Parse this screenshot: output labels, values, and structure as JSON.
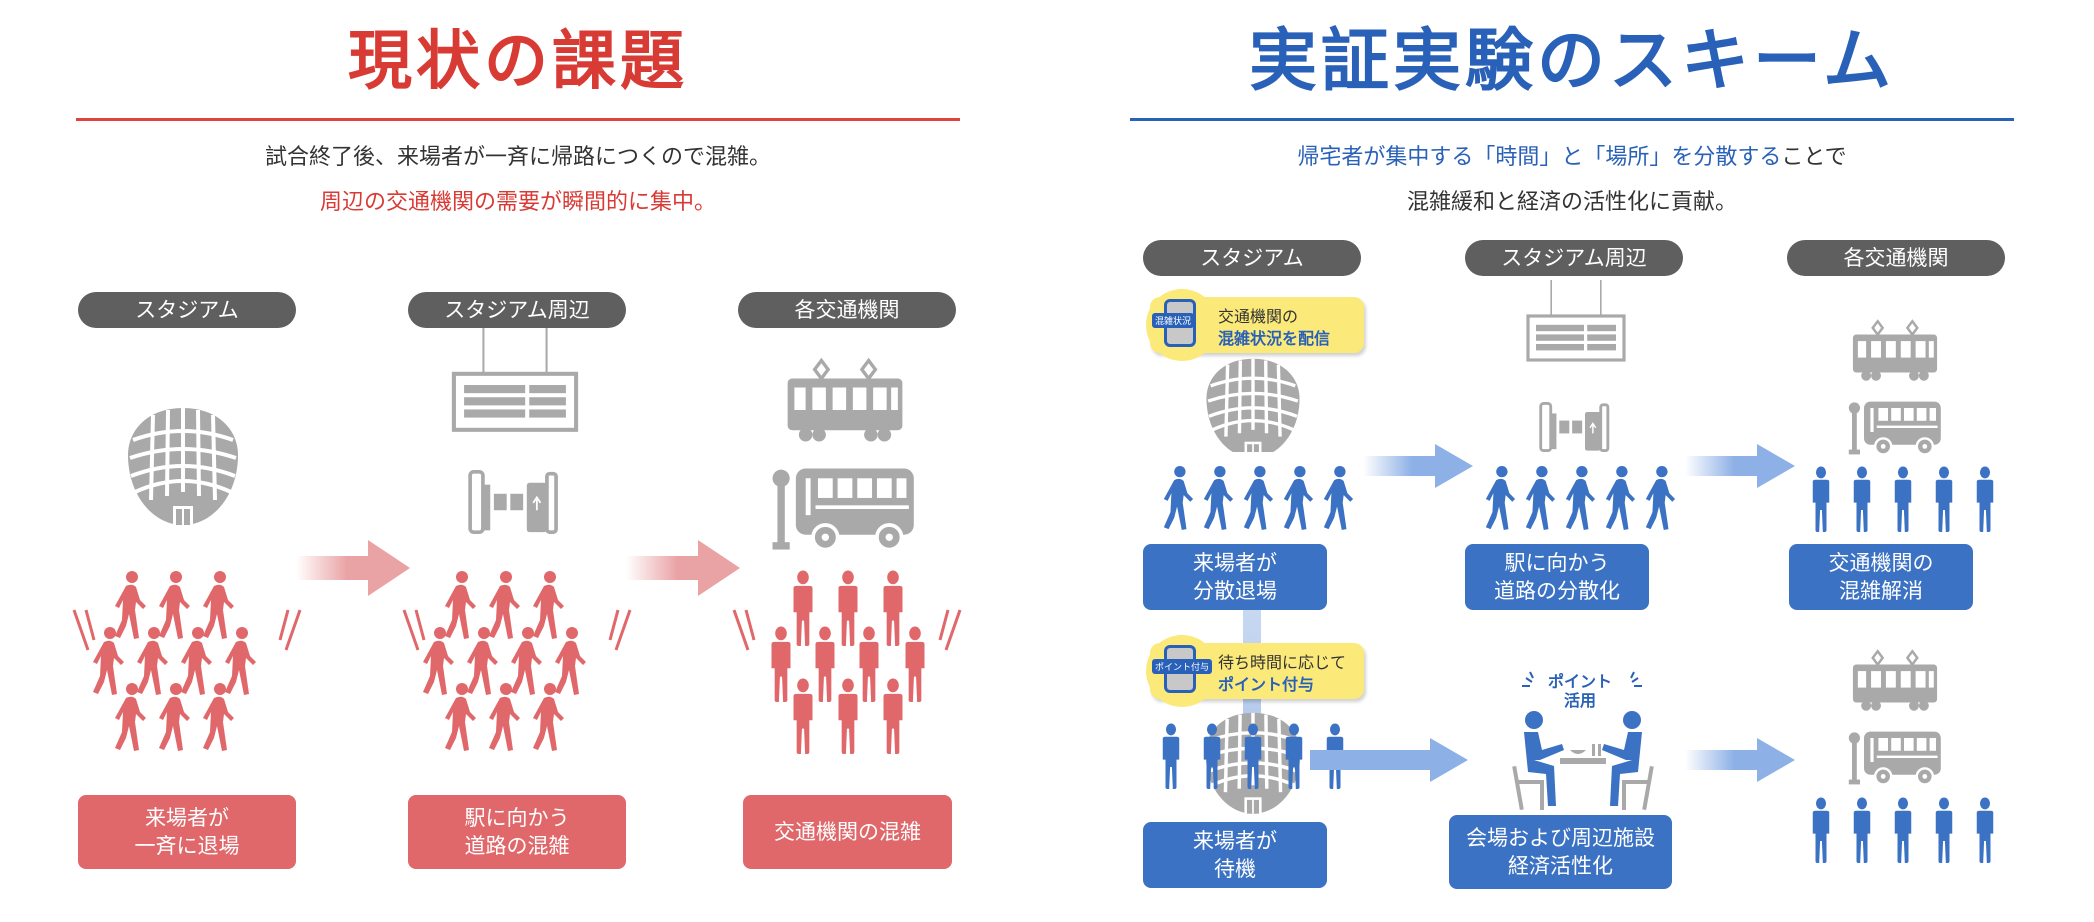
{
  "left": {
    "title": "現状の課題",
    "subtitle_line1": "試合終了後、来場者が一斉に帰路につくので混雑。",
    "subtitle_line2": "周辺の交通機関の需要が瞬間的に集中。",
    "columns": [
      {
        "header": "スタジアム",
        "caption": "来場者が\n一斉に退場"
      },
      {
        "header": "スタジアム周辺",
        "caption": "駅に向かう\n道路の混雑"
      },
      {
        "header": "各交通機関",
        "caption": "交通機関の混雑"
      }
    ]
  },
  "right": {
    "title": "実証実験のスキーム",
    "subtitle_line1_blue_a": "帰宅者が集中する「時間」と「場所」を分散する",
    "subtitle_line1_dark": "ことで",
    "subtitle_line2": "混雑緩和と経済の活性化に貢献。",
    "columns": [
      {
        "header": "スタジアム"
      },
      {
        "header": "スタジアム周辺"
      },
      {
        "header": "各交通機関"
      }
    ],
    "row1": {
      "callout": {
        "tag": "混雑状況",
        "line1": "交通機関の",
        "line2": "混雑状況を配信"
      },
      "captions": [
        "来場者が\n分散退場",
        "駅に向かう\n道路の分散化",
        "交通機関の\n混雑解消"
      ]
    },
    "row2": {
      "callout": {
        "tag": "ポイント付与",
        "line1": "待ち時間に応じて",
        "line2": "ポイント付与"
      },
      "point_label": "ポイント\n活用",
      "captions": [
        "来場者が\n待機",
        "会場および周辺施設\n経済活性化"
      ]
    }
  },
  "colors": {
    "red_title": "#d83a34",
    "red_figure": "#e0676a",
    "red_arrow": "#eaa3a5",
    "blue_title": "#2a61b8",
    "blue_figure": "#3b72c3",
    "blue_arrow": "#8db0e6",
    "gray_icon": "#a9a9a9",
    "pill_gray": "#5f5f5f",
    "callout_yellow": "#fbe97a"
  }
}
